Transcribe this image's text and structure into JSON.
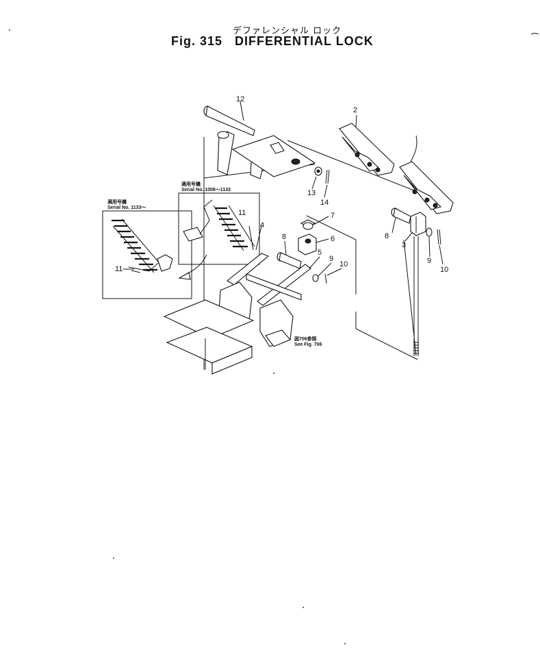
{
  "header": {
    "japanese_title": "デファレンシャル ロック",
    "figure_number": "Fig. 315",
    "title": "DIFFERENTIAL LOCK"
  },
  "inset_new": {
    "japanese_label": "適用号機",
    "serial_label": "Serial No. 1133～"
  },
  "inset_old": {
    "japanese_label": "適用号機",
    "serial_label": "Serial No. 1008～1132"
  },
  "cross_reference": {
    "japanese_label": "図706参照",
    "text": "See Fig. 706"
  },
  "callouts": [
    "12",
    "2",
    "13",
    "14",
    "7",
    "6",
    "8",
    "4",
    "5",
    "9",
    "10",
    "8",
    "3",
    "9",
    "10",
    "11",
    "11"
  ]
}
